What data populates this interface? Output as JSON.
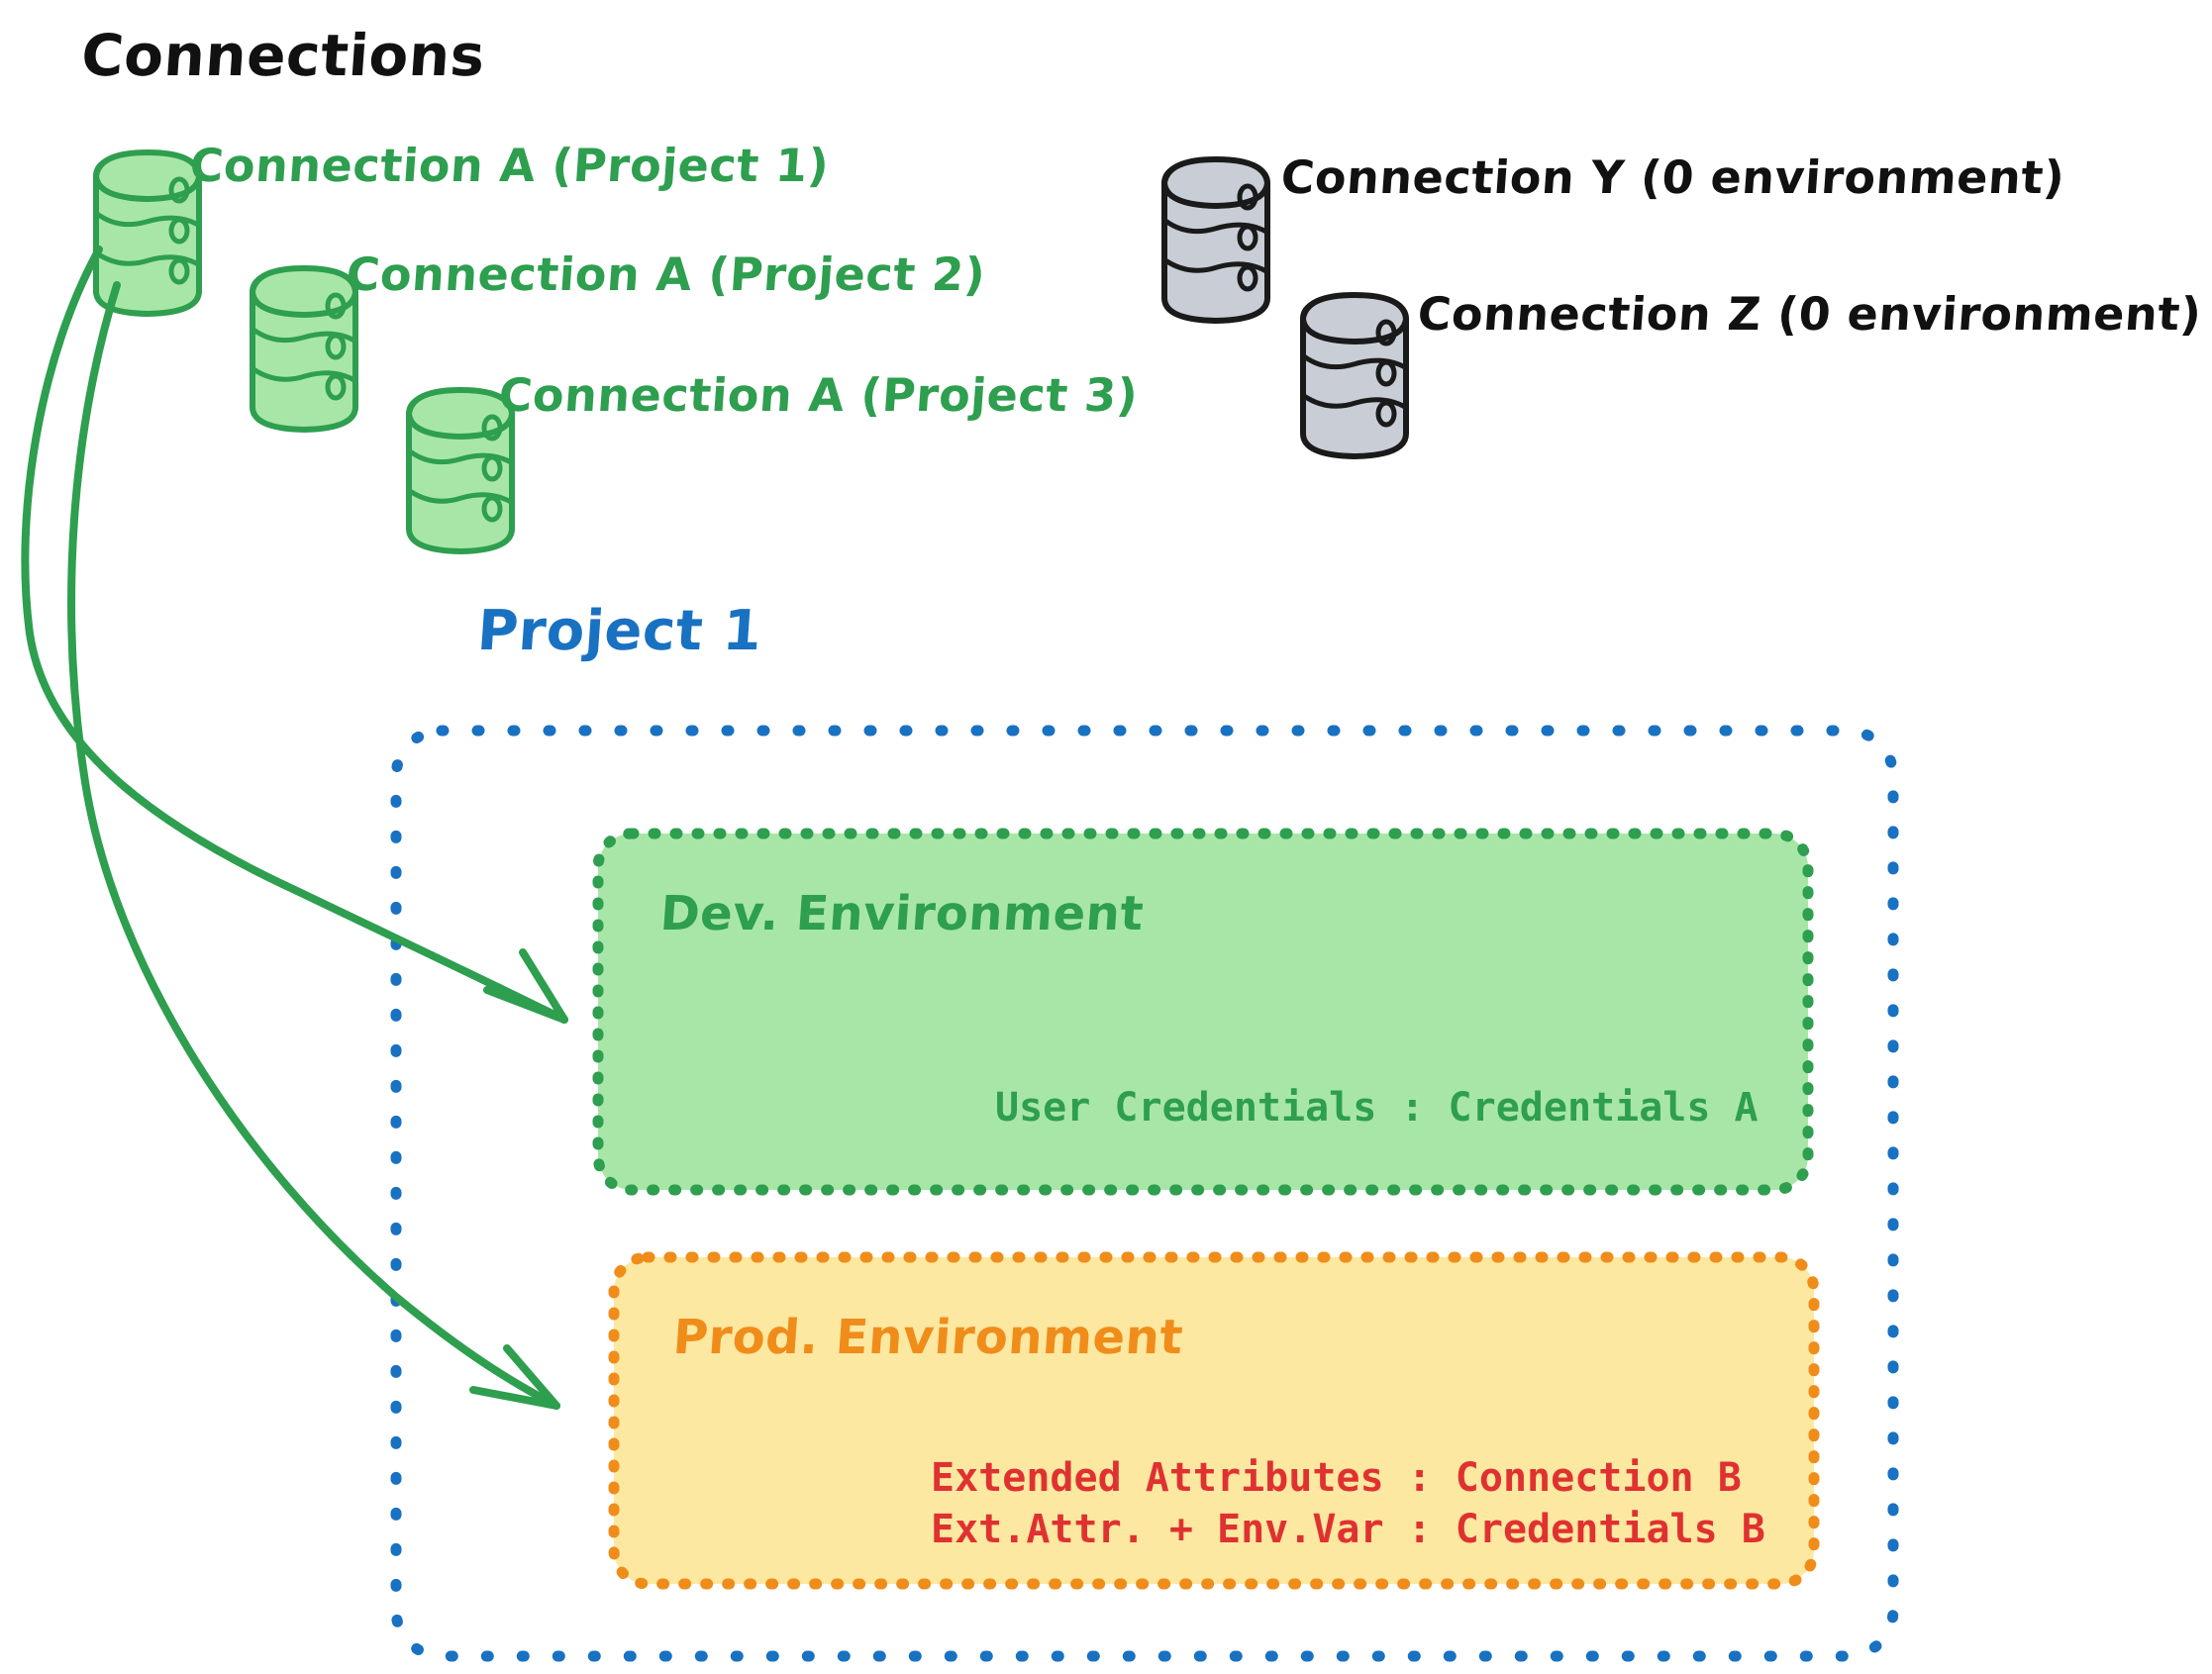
{
  "diagram": {
    "title": "Connections",
    "project_title": "Project 1",
    "colors": {
      "green_stroke": "#2E9E4F",
      "green_fill": "#A8E6A8",
      "gray_stroke": "#1A1A1A",
      "gray_fill": "#C9CED6",
      "blue": "#1971C2",
      "orange": "#F08C1A",
      "yellow_fill": "#FCE8A0",
      "red": "#E03131",
      "black": "#111111"
    },
    "connections": [
      {
        "id": "a1",
        "label": "Connection A (Project 1)",
        "icon": "database-icon",
        "color": "green"
      },
      {
        "id": "a2",
        "label": "Connection A (Project 2)",
        "icon": "database-icon",
        "color": "green"
      },
      {
        "id": "a3",
        "label": "Connection A (Project 3)",
        "icon": "database-icon",
        "color": "green"
      },
      {
        "id": "y",
        "label": "Connection Y (0 environment)",
        "icon": "database-icon",
        "color": "gray"
      },
      {
        "id": "z",
        "label": "Connection Z (0 environment)",
        "icon": "database-icon",
        "color": "gray"
      }
    ],
    "project": {
      "title": "Project 1",
      "environments": [
        {
          "id": "dev",
          "title": "Dev. Environment",
          "accent": "#2E9E4F",
          "fill": "#A8E6A8",
          "lines": [
            "User Credentials : Credentials A"
          ]
        },
        {
          "id": "prod",
          "title": "Prod. Environment",
          "accent": "#F08C1A",
          "fill": "#FCE8A0",
          "lines": [
            "Extended Attributes : Connection B",
            "Ext.Attr. + Env.Var : Credentials B"
          ]
        }
      ]
    },
    "arrows": [
      {
        "id": "arrow-to-dev",
        "from": "connection-a-project-1",
        "to": "dev-environment"
      },
      {
        "id": "arrow-to-prod",
        "from": "connection-a-project-1",
        "to": "prod-environment"
      }
    ]
  }
}
